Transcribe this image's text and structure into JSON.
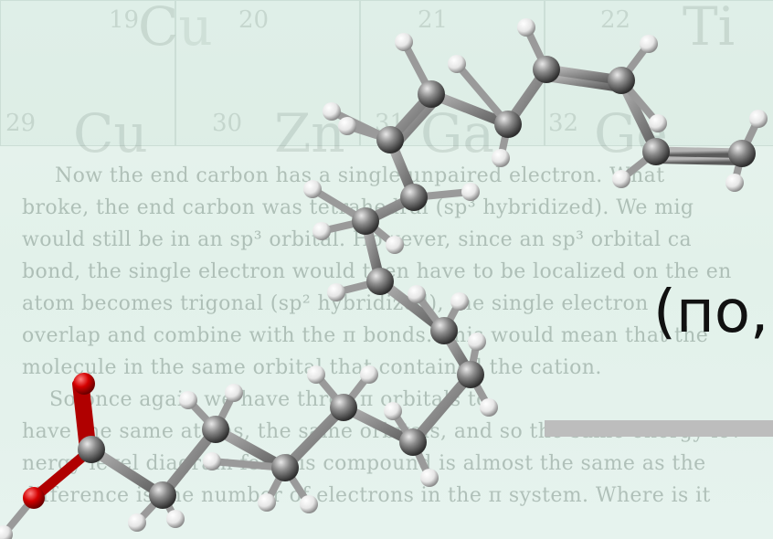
{
  "background": {
    "tiles": [
      {
        "num": "19",
        "sym": "Cu"
      },
      {
        "num": "20",
        "sym": ""
      },
      {
        "num": "21",
        "sym": ""
      },
      {
        "num": "22",
        "sym": "Ti"
      }
    ],
    "tiles_row2": [
      {
        "num": "29",
        "sym": "Cu"
      },
      {
        "num": "30",
        "sym": "Zn"
      },
      {
        "num": "31",
        "sym": "Ga"
      },
      {
        "num": "32",
        "sym": "Ge"
      }
    ],
    "lines": [
      "Now the end carbon has a single unpaired electron. What",
      "broke, the end carbon was tetrahedral (sp³ hybridized). We mig",
      "would still be in an sp³ orbital. However, since an sp³ orbital ca",
      "bond, the single electron would then have to be localized on the en",
      "atom becomes trigonal (sp² hybridized), the single electron",
      "overlap and combine with the π bonds. This would mean that the",
      "molecule in the same orbital that contained the cation.",
      "So once again we have three π orbitals to",
      "have the same atoms, the same orbitals, and so the same energy lev",
      "nergy level diagram for this compound is almost the same as the",
      "difference is the number of electrons in the π system. Where is it"
    ]
  },
  "overlay": {
    "title_fragment": "(по,"
  },
  "colors": {
    "carbon": "#707070",
    "hydrogen": "#f2f2f2",
    "oxygen": "#d10000",
    "bond": "#8a8a8a"
  }
}
